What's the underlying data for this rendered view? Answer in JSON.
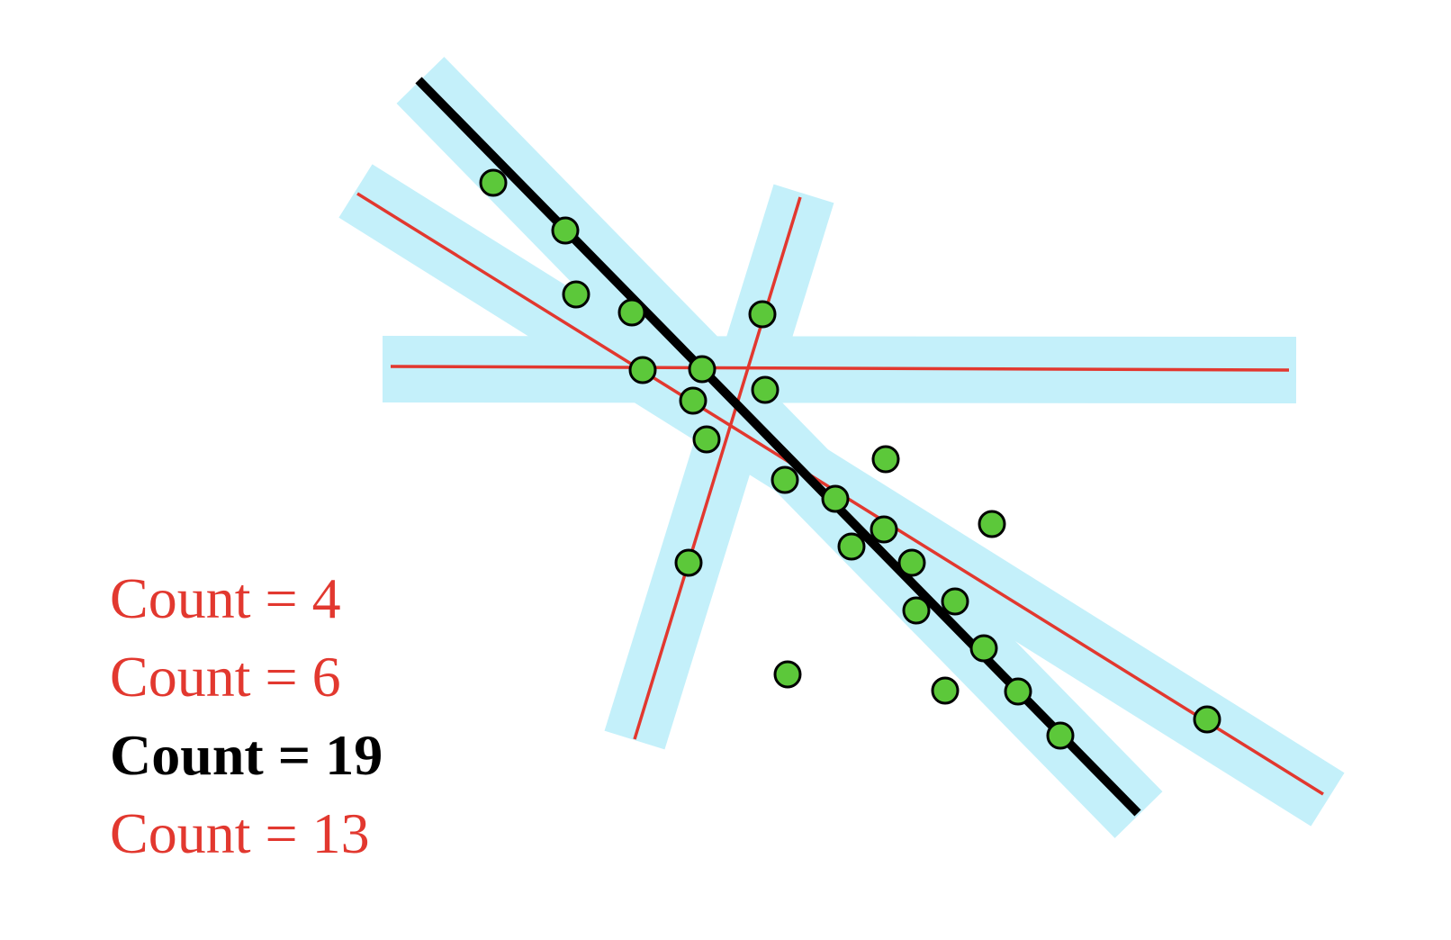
{
  "colors": {
    "band": "#c4f0fa",
    "candidate_line": "#e2382f",
    "best_line": "#000000",
    "point_fill": "#5cc83a",
    "point_stroke": "#000000",
    "candidate_text": "#e2382f",
    "best_text": "#000000"
  },
  "point_icon": "circle",
  "labels": [
    {
      "text": "Count = 4",
      "kind": "candidate"
    },
    {
      "text": "Count = 6",
      "kind": "candidate"
    },
    {
      "text": "Count = 19",
      "kind": "best"
    },
    {
      "text": "Count = 13",
      "kind": "candidate"
    }
  ]
}
